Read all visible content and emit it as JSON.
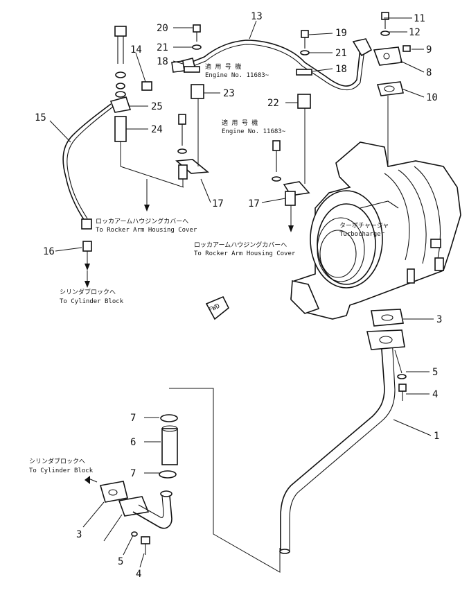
{
  "callouts": {
    "c1": "1",
    "c3a": "3",
    "c3b": "3",
    "c4a": "4",
    "c4b": "4",
    "c5a": "5",
    "c5b": "5",
    "c6": "6",
    "c7a": "7",
    "c7b": "7",
    "c8": "8",
    "c9": "9",
    "c10": "10",
    "c11": "11",
    "c12": "12",
    "c13": "13",
    "c14": "14",
    "c15": "15",
    "c16": "16",
    "c17a": "17",
    "c17b": "17",
    "c18a": "18",
    "c18b": "18",
    "c19": "19",
    "c20": "20",
    "c21a": "21",
    "c21b": "21",
    "c22": "22",
    "c23": "23",
    "c24": "24",
    "c25": "25"
  },
  "notes": {
    "serial_jp_a": "適 用 号 機",
    "serial_en_a": "Engine No. 11683~",
    "serial_jp_b": "適 用 号 機",
    "serial_en_b": "Engine No. 11683~",
    "rocker_jp_a": "ロッカアームハウジングカバーへ",
    "rocker_en_a": "To Rocker Arm Housing Cover",
    "rocker_jp_b": "ロッカアームハウジングカバーへ",
    "rocker_en_b": "To Rocker Arm Housing Cover",
    "cyl_jp_a": "シリンダブロックへ",
    "cyl_en_a": "To Cylinder Block",
    "cyl_jp_b": "シリンダブロックへ",
    "cyl_en_b": "To Cylinder Block",
    "turbo_jp": "ターボチャージャ",
    "turbo_en": "Turbocharger",
    "fwd": "FWD"
  }
}
